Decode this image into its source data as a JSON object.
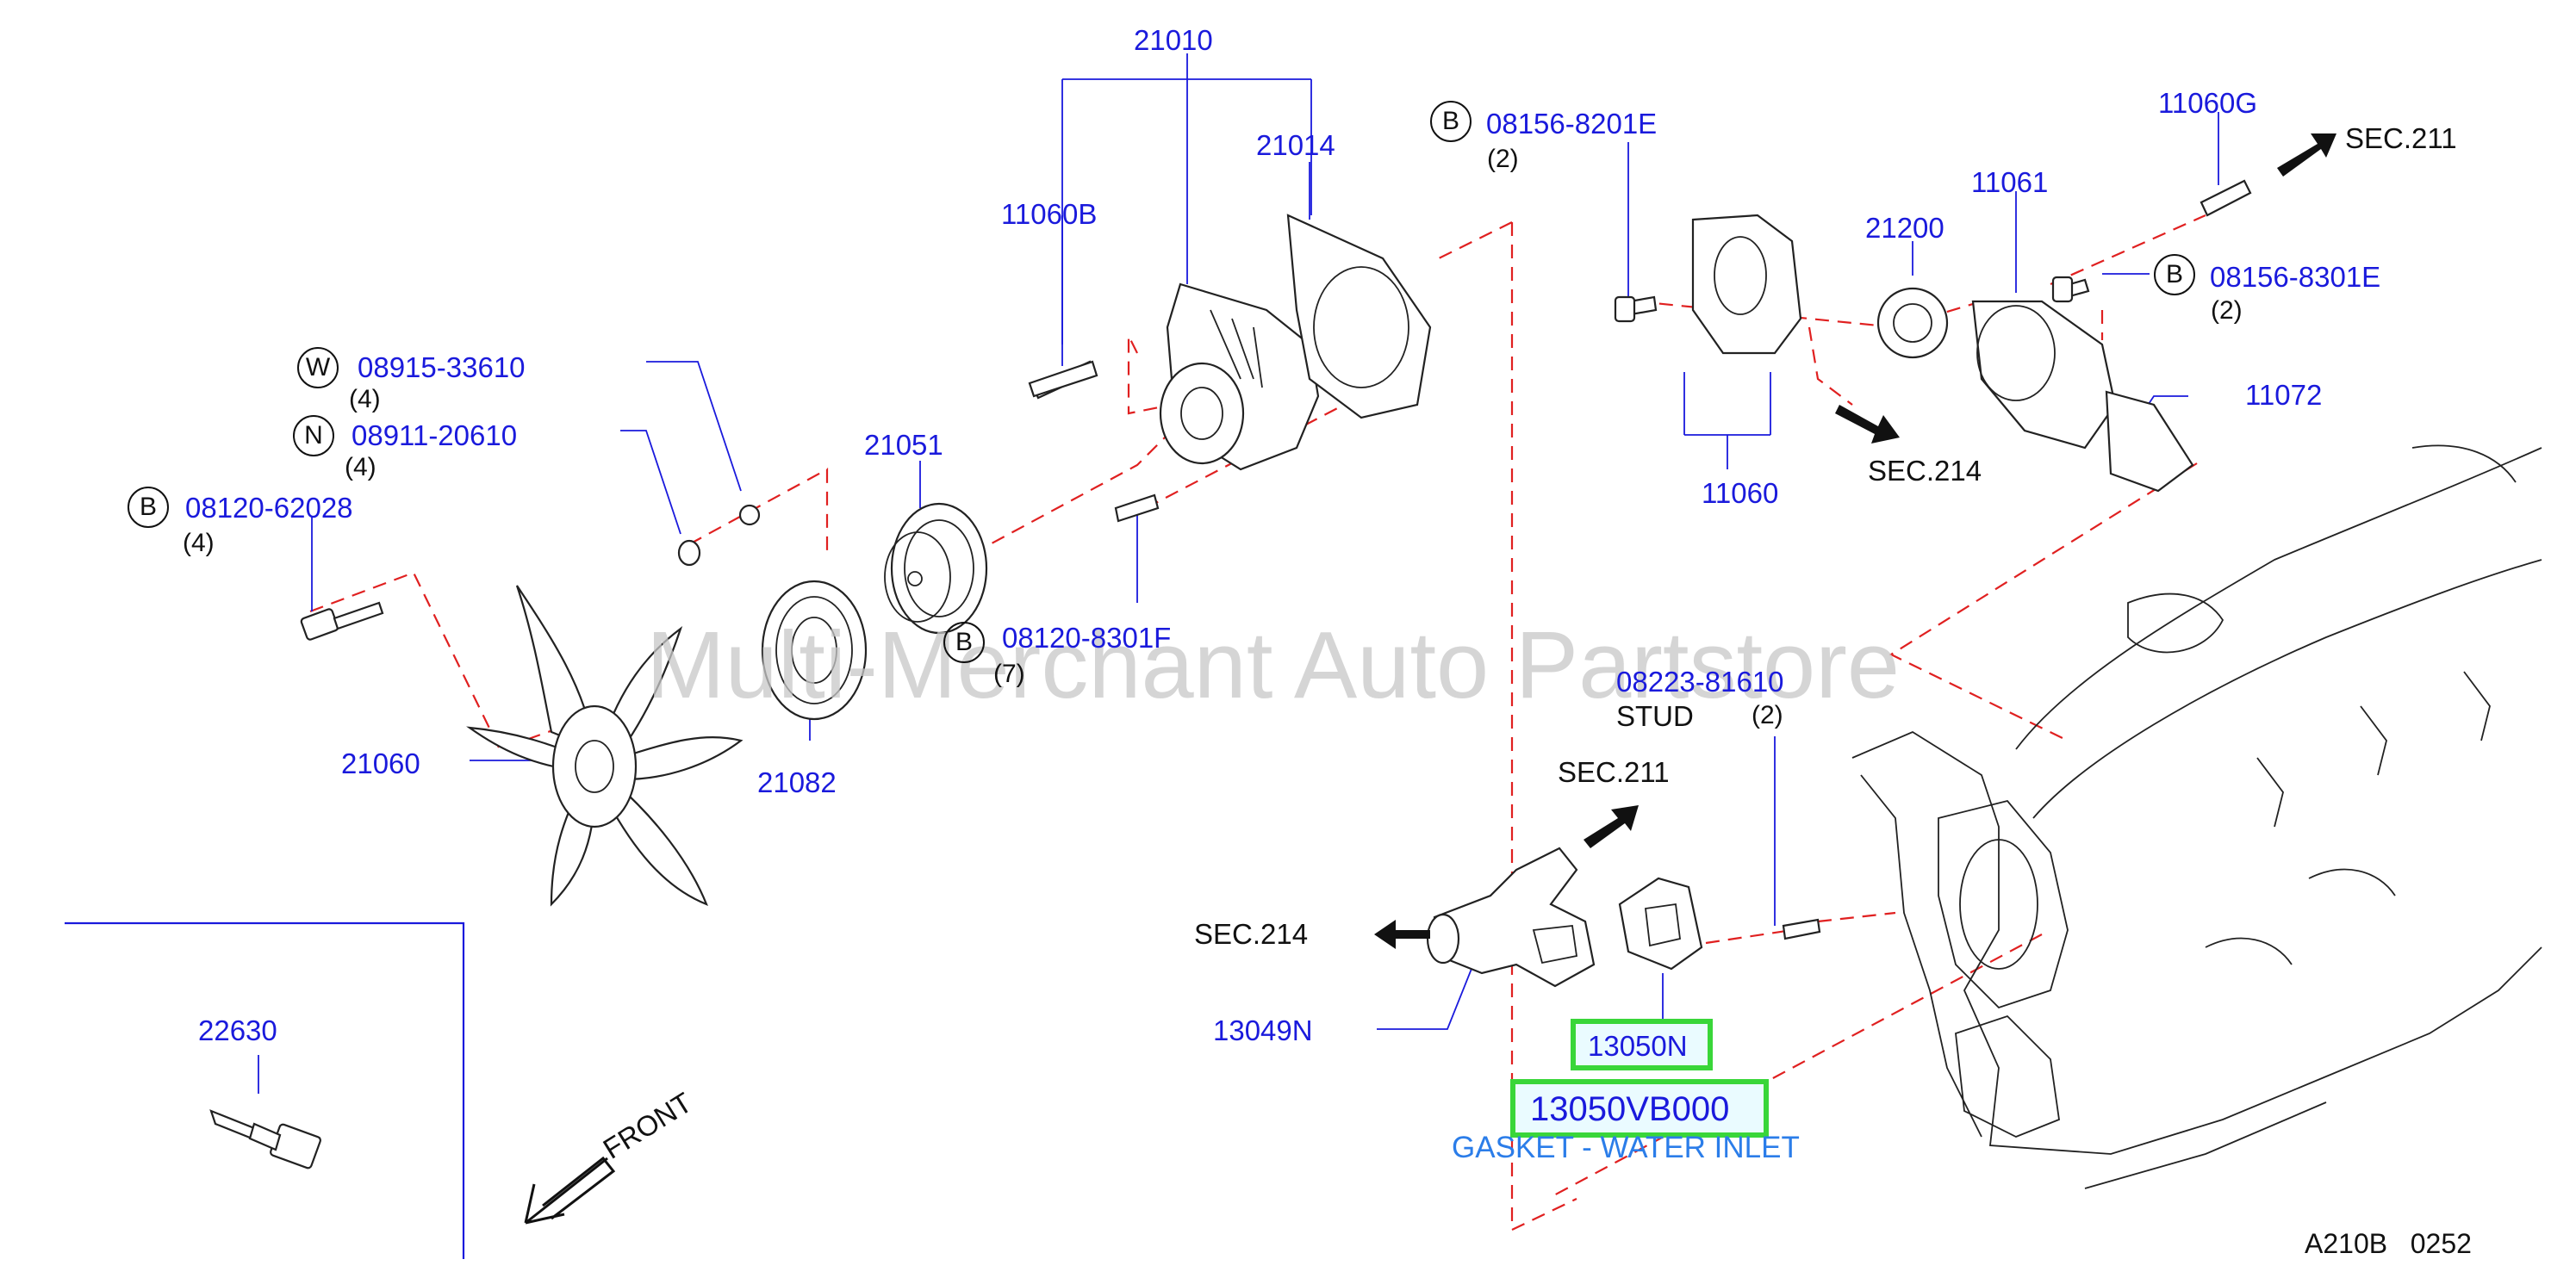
{
  "labels": {
    "p21010": "21010",
    "p21014": "21014",
    "p11060B": "11060B",
    "p08156_8201E": "08156-8201E",
    "q08156_8201E": "(2)",
    "p11060G": "11060G",
    "sec211_top": "SEC.211",
    "p21200": "21200",
    "p11061": "11061",
    "p08156_8301E": "08156-8301E",
    "q08156_8301E": "(2)",
    "p11072": "11072",
    "p11060": "11060",
    "sec214_top": "SEC.214",
    "p08915_33610": "08915-33610",
    "q08915_33610": "(4)",
    "p08911_20610": "08911-20610",
    "q08911_20610": "(4)",
    "p08120_62028": "08120-62028",
    "q08120_62028": "(4)",
    "p21051": "21051",
    "p08120_8301F": "08120-8301F",
    "q08120_8301F": "(7)",
    "p21060": "21060",
    "p21082": "21082",
    "p08223_81610": "08223-81610",
    "stud": "STUD",
    "q08223_81610": "(2)",
    "sec211_mid": "SEC.211",
    "sec214_mid": "SEC.214",
    "p13049N": "13049N",
    "p13050N": "13050N",
    "p13050VB000": "13050VB000",
    "gasket_desc": "GASKET - WATER INLET",
    "p22630": "22630",
    "front": "FRONT",
    "figref": "A210B   0252"
  },
  "badges": {
    "w": "W",
    "n": "N",
    "b1": "B",
    "b2": "B",
    "b3": "B",
    "b4": "B"
  },
  "watermark": "Multi-Merchant Auto Partstore",
  "colors": {
    "part_number": "#1a1adc",
    "highlight_border": "#39d639",
    "dashed_line": "#e02020",
    "description": "#2b7de9"
  }
}
